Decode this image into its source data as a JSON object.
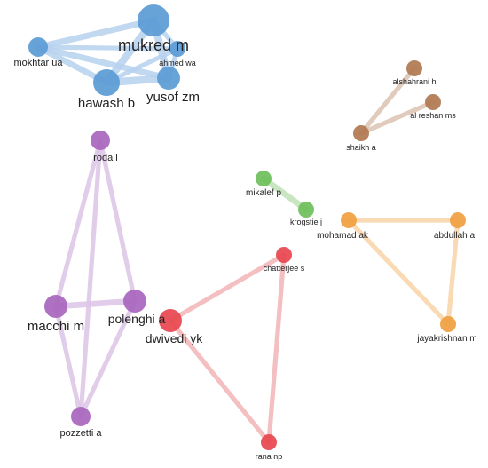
{
  "network": {
    "clusters": [
      {
        "id": "blue",
        "color": "#5b9bd5",
        "link_color": "#b6d1ee"
      },
      {
        "id": "brown",
        "color": "#b07850",
        "link_color": "#dcc2b0"
      },
      {
        "id": "green",
        "color": "#6cbf5a",
        "link_color": "#bfe0b6"
      },
      {
        "id": "orange",
        "color": "#f0a040",
        "link_color": "#f8d4a8"
      },
      {
        "id": "red",
        "color": "#e8474f",
        "link_color": "#f2b4b6"
      },
      {
        "id": "purple",
        "color": "#a866be",
        "link_color": "#dcc4e6"
      }
    ],
    "nodes": [
      {
        "id": "mukred-m",
        "label": "mukred m",
        "cluster": "blue"
      },
      {
        "id": "mokhtar-ua",
        "label": "mokhtar ua",
        "cluster": "blue"
      },
      {
        "id": "ahmed-wa",
        "label": "ahmed wa",
        "cluster": "blue"
      },
      {
        "id": "hawash-b",
        "label": "hawash b",
        "cluster": "blue"
      },
      {
        "id": "yusof-zm",
        "label": "yusof zm",
        "cluster": "blue"
      },
      {
        "id": "alshahrani-h",
        "label": "alshahrani h",
        "cluster": "brown"
      },
      {
        "id": "al-reshan-ms",
        "label": "al reshan ms",
        "cluster": "brown"
      },
      {
        "id": "shaikh-a",
        "label": "shaikh a",
        "cluster": "brown"
      },
      {
        "id": "mikalef-p",
        "label": "mikalef p",
        "cluster": "green"
      },
      {
        "id": "krogstie-j",
        "label": "krogstie j",
        "cluster": "green"
      },
      {
        "id": "mohamad-ak",
        "label": "mohamad ak",
        "cluster": "orange"
      },
      {
        "id": "abdullah-a",
        "label": "abdullah a",
        "cluster": "orange"
      },
      {
        "id": "jayakrishnan-m",
        "label": "jayakrishnan m",
        "cluster": "orange"
      },
      {
        "id": "chatterjee-s",
        "label": "chatterjee s",
        "cluster": "red"
      },
      {
        "id": "dwivedi-yk",
        "label": "dwivedi yk",
        "cluster": "red"
      },
      {
        "id": "rana-np",
        "label": "rana np",
        "cluster": "red"
      },
      {
        "id": "roda-i",
        "label": "roda i",
        "cluster": "purple"
      },
      {
        "id": "macchi-m",
        "label": "macchi m",
        "cluster": "purple"
      },
      {
        "id": "polenghi-a",
        "label": "polenghi a",
        "cluster": "purple"
      },
      {
        "id": "pozzetti-a",
        "label": "pozzetti a",
        "cluster": "purple"
      }
    ],
    "links": [
      {
        "source": "mokhtar-ua",
        "target": "mukred-m",
        "strength": 3
      },
      {
        "source": "mokhtar-ua",
        "target": "ahmed-wa",
        "strength": 2
      },
      {
        "source": "mokhtar-ua",
        "target": "hawash-b",
        "strength": 3
      },
      {
        "source": "mokhtar-ua",
        "target": "yusof-zm",
        "strength": 3
      },
      {
        "source": "mukred-m",
        "target": "ahmed-wa",
        "strength": 2
      },
      {
        "source": "mukred-m",
        "target": "hawash-b",
        "strength": 4
      },
      {
        "source": "mukred-m",
        "target": "yusof-zm",
        "strength": 4
      },
      {
        "source": "ahmed-wa",
        "target": "hawash-b",
        "strength": 2
      },
      {
        "source": "ahmed-wa",
        "target": "yusof-zm",
        "strength": 2
      },
      {
        "source": "hawash-b",
        "target": "yusof-zm",
        "strength": 4
      },
      {
        "source": "alshahrani-h",
        "target": "shaikh-a",
        "strength": 2
      },
      {
        "source": "al-reshan-ms",
        "target": "shaikh-a",
        "strength": 2
      },
      {
        "source": "mikalef-p",
        "target": "krogstie-j",
        "strength": 3
      },
      {
        "source": "mohamad-ak",
        "target": "abdullah-a",
        "strength": 2
      },
      {
        "source": "mohamad-ak",
        "target": "jayakrishnan-m",
        "strength": 2
      },
      {
        "source": "abdullah-a",
        "target": "jayakrishnan-m",
        "strength": 2
      },
      {
        "source": "chatterjee-s",
        "target": "dwivedi-yk",
        "strength": 2
      },
      {
        "source": "chatterjee-s",
        "target": "rana-np",
        "strength": 2
      },
      {
        "source": "dwivedi-yk",
        "target": "rana-np",
        "strength": 2
      },
      {
        "source": "roda-i",
        "target": "macchi-m",
        "strength": 2
      },
      {
        "source": "roda-i",
        "target": "polenghi-a",
        "strength": 2
      },
      {
        "source": "roda-i",
        "target": "pozzetti-a",
        "strength": 2
      },
      {
        "source": "macchi-m",
        "target": "polenghi-a",
        "strength": 3
      },
      {
        "source": "macchi-m",
        "target": "pozzetti-a",
        "strength": 2
      },
      {
        "source": "polenghi-a",
        "target": "pozzetti-a",
        "strength": 2
      }
    ]
  }
}
